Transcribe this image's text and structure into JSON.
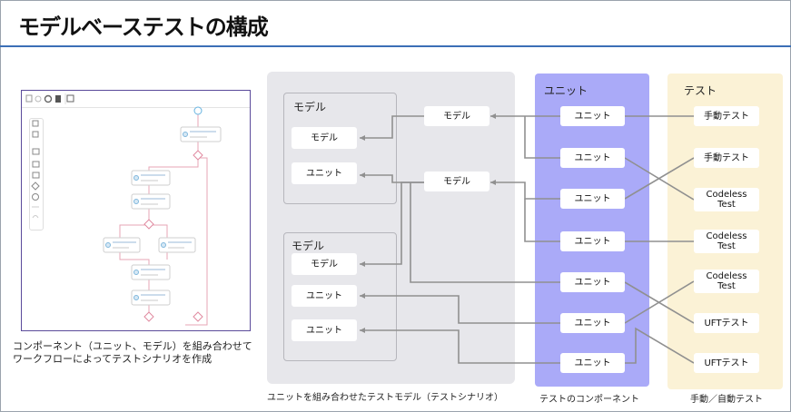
{
  "title": "モデルベーステストの構成",
  "caption": {
    "line1": "コンポーネント（ユニット、モデル）を組み合わせて",
    "line2": "ワークフローによってテストシナリオを作成"
  },
  "model_area": {
    "group1_title": "モデル",
    "group1_model": "モデル",
    "group1_unit": "ユニット",
    "group2_title": "モデル",
    "group2_model": "モデル",
    "group2_unit1": "ユニット",
    "group2_unit2": "ユニット",
    "middle_model1": "モデル",
    "middle_model2": "モデル",
    "footer": "ユニットを組み合わせたテストモデル（テストシナリオ）"
  },
  "units": {
    "title": "ユニット",
    "items": [
      "ユニット",
      "ユニット",
      "ユニット",
      "ユニット",
      "ユニット",
      "ユニット",
      "ユニット"
    ],
    "footer": "テストのコンポーネント"
  },
  "tests": {
    "title": "テスト",
    "items": [
      "手動テスト",
      "手動テスト",
      "Codeless\nTest",
      "Codeless\nTest",
      "Codeless\nTest",
      "UFTテスト",
      "UFTテスト"
    ],
    "footer": "手動／自動テスト"
  },
  "colors": {
    "accent_rule": "#3b6fb6",
    "unit_panel": "#aaaaf8",
    "test_panel": "#fbf2d6",
    "model_panel": "#e7e7eb"
  }
}
